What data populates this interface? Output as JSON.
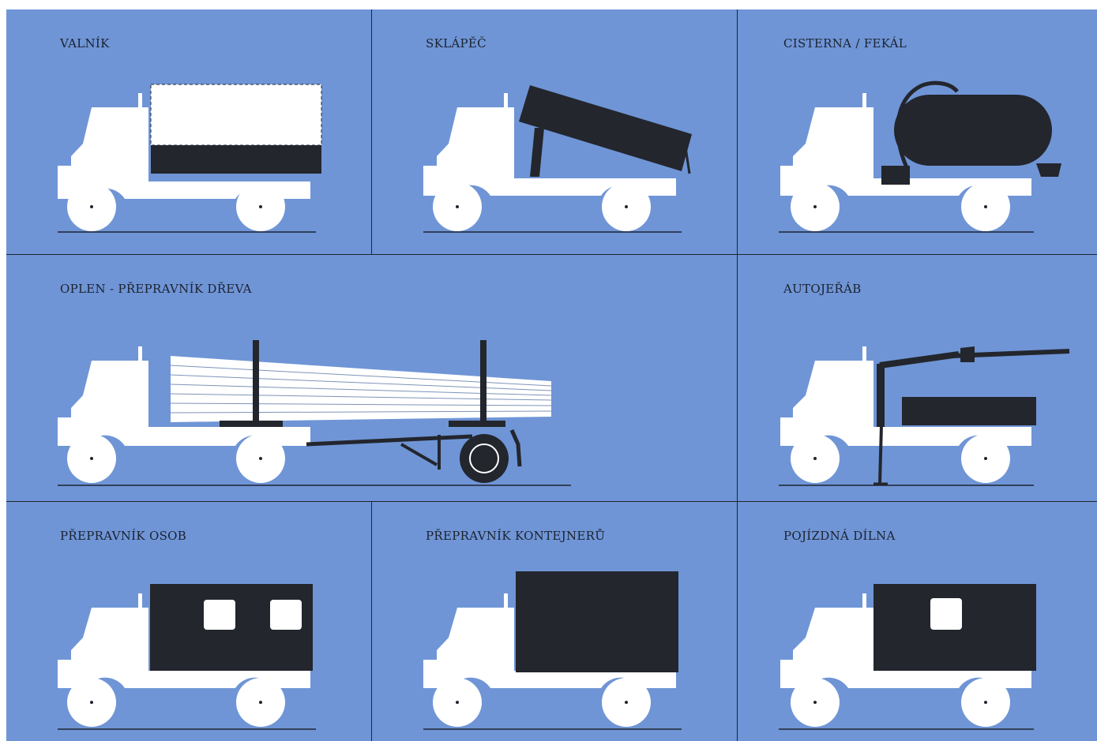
{
  "panels": [
    {
      "id": "valnik",
      "label": "VALNÍK",
      "variant": "flatbed"
    },
    {
      "id": "sklapec",
      "label": "SKLÁPĚČ",
      "variant": "tipper"
    },
    {
      "id": "cisterna",
      "label": "CISTERNA / FEKÁL",
      "variant": "tanker"
    },
    {
      "id": "oplen",
      "label": "OPLEN - PŘEPRAVNÍK DŘEVA",
      "variant": "timber"
    },
    {
      "id": "autojerab",
      "label": "AUTOJEŘÁB",
      "variant": "crane"
    },
    {
      "id": "prepravnik-osob",
      "label": "PŘEPRAVNÍK OSOB",
      "variant": "personnel"
    },
    {
      "id": "prepravnik-kontejneru",
      "label": "PŘEPRAVNÍK KONTEJNERŮ",
      "variant": "container"
    },
    {
      "id": "pojizdna-dilna",
      "label": "POJÍZDNÁ DÍLNA",
      "variant": "workshop"
    }
  ],
  "colors": {
    "background": "#6f95d6",
    "lines": "#1f2530",
    "truck_body": "#ffffff",
    "cargo": "#23262d"
  }
}
